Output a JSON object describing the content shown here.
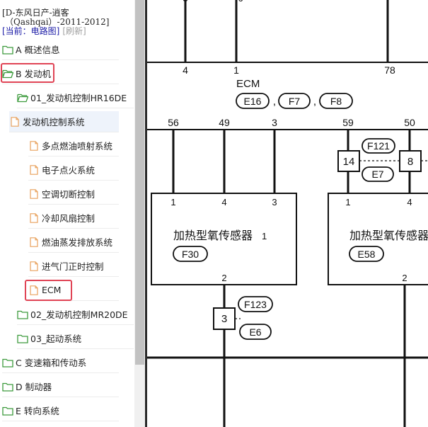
{
  "header": {
    "title": "[D-东风日产-逍客",
    "subtitle": "（Qashqai）-2011-2012]",
    "current_label": "[当前：电路图]",
    "refresh_label": "[刷新]"
  },
  "tree": [
    {
      "label": "A 概述信息",
      "icon": "folder-closed-icon"
    },
    {
      "label": "B 发动机",
      "icon": "folder-open-icon"
    },
    {
      "label": "01_发动机控制HR16DE",
      "icon": "folder-open-icon"
    },
    {
      "label": "发动机控制系统",
      "icon": "page-icon"
    },
    {
      "label": "多点燃油喷射系统",
      "icon": "page-icon"
    },
    {
      "label": "电子点火系统",
      "icon": "page-icon"
    },
    {
      "label": "空调切断控制",
      "icon": "page-icon"
    },
    {
      "label": "冷却风扇控制",
      "icon": "page-icon"
    },
    {
      "label": "燃油蒸发排放系统",
      "icon": "page-icon"
    },
    {
      "label": "进气门正时控制",
      "icon": "page-icon"
    },
    {
      "label": "ECM",
      "icon": "page-icon"
    },
    {
      "label": "02_发动机控制MR20DE",
      "icon": "folder-closed-icon"
    },
    {
      "label": "03_起动系统",
      "icon": "folder-closed-icon"
    },
    {
      "label": "C 变速箱和传动系",
      "icon": "folder-closed-icon"
    },
    {
      "label": "D 制动器",
      "icon": "folder-closed-icon"
    },
    {
      "label": "E 转向系统",
      "icon": "folder-closed-icon"
    }
  ],
  "diagram": {
    "top_pins": [
      "4",
      "1",
      "78"
    ],
    "ecm_label": "ECM",
    "ecm_connectors": [
      "E16",
      "F7",
      "F8"
    ],
    "ecm_separator": ",",
    "ecm_pins": [
      "56",
      "49",
      "3",
      "59",
      "50"
    ],
    "joint1": {
      "number": "14",
      "connector_top": "F121",
      "connector_bottom": "E7"
    },
    "joint2": {
      "number": "8"
    },
    "sensor1": {
      "name": "加热型氧传感器",
      "index": "1",
      "connector": "F30",
      "pins_top": [
        "1",
        "4",
        "3"
      ],
      "pin_bottom": "2"
    },
    "sensor2": {
      "name": "加热型氧传感器",
      "connector": "E58",
      "pins_top": [
        "1",
        "4"
      ],
      "pin_bottom": "2"
    },
    "joint3": {
      "number": "3",
      "connector_top": "F123",
      "connector_bottom": "E6"
    }
  },
  "colors": {
    "highlight": "#e04455",
    "folder": "#3d9b3d",
    "page": "#e8a15c",
    "link": "#1a1aa6"
  }
}
